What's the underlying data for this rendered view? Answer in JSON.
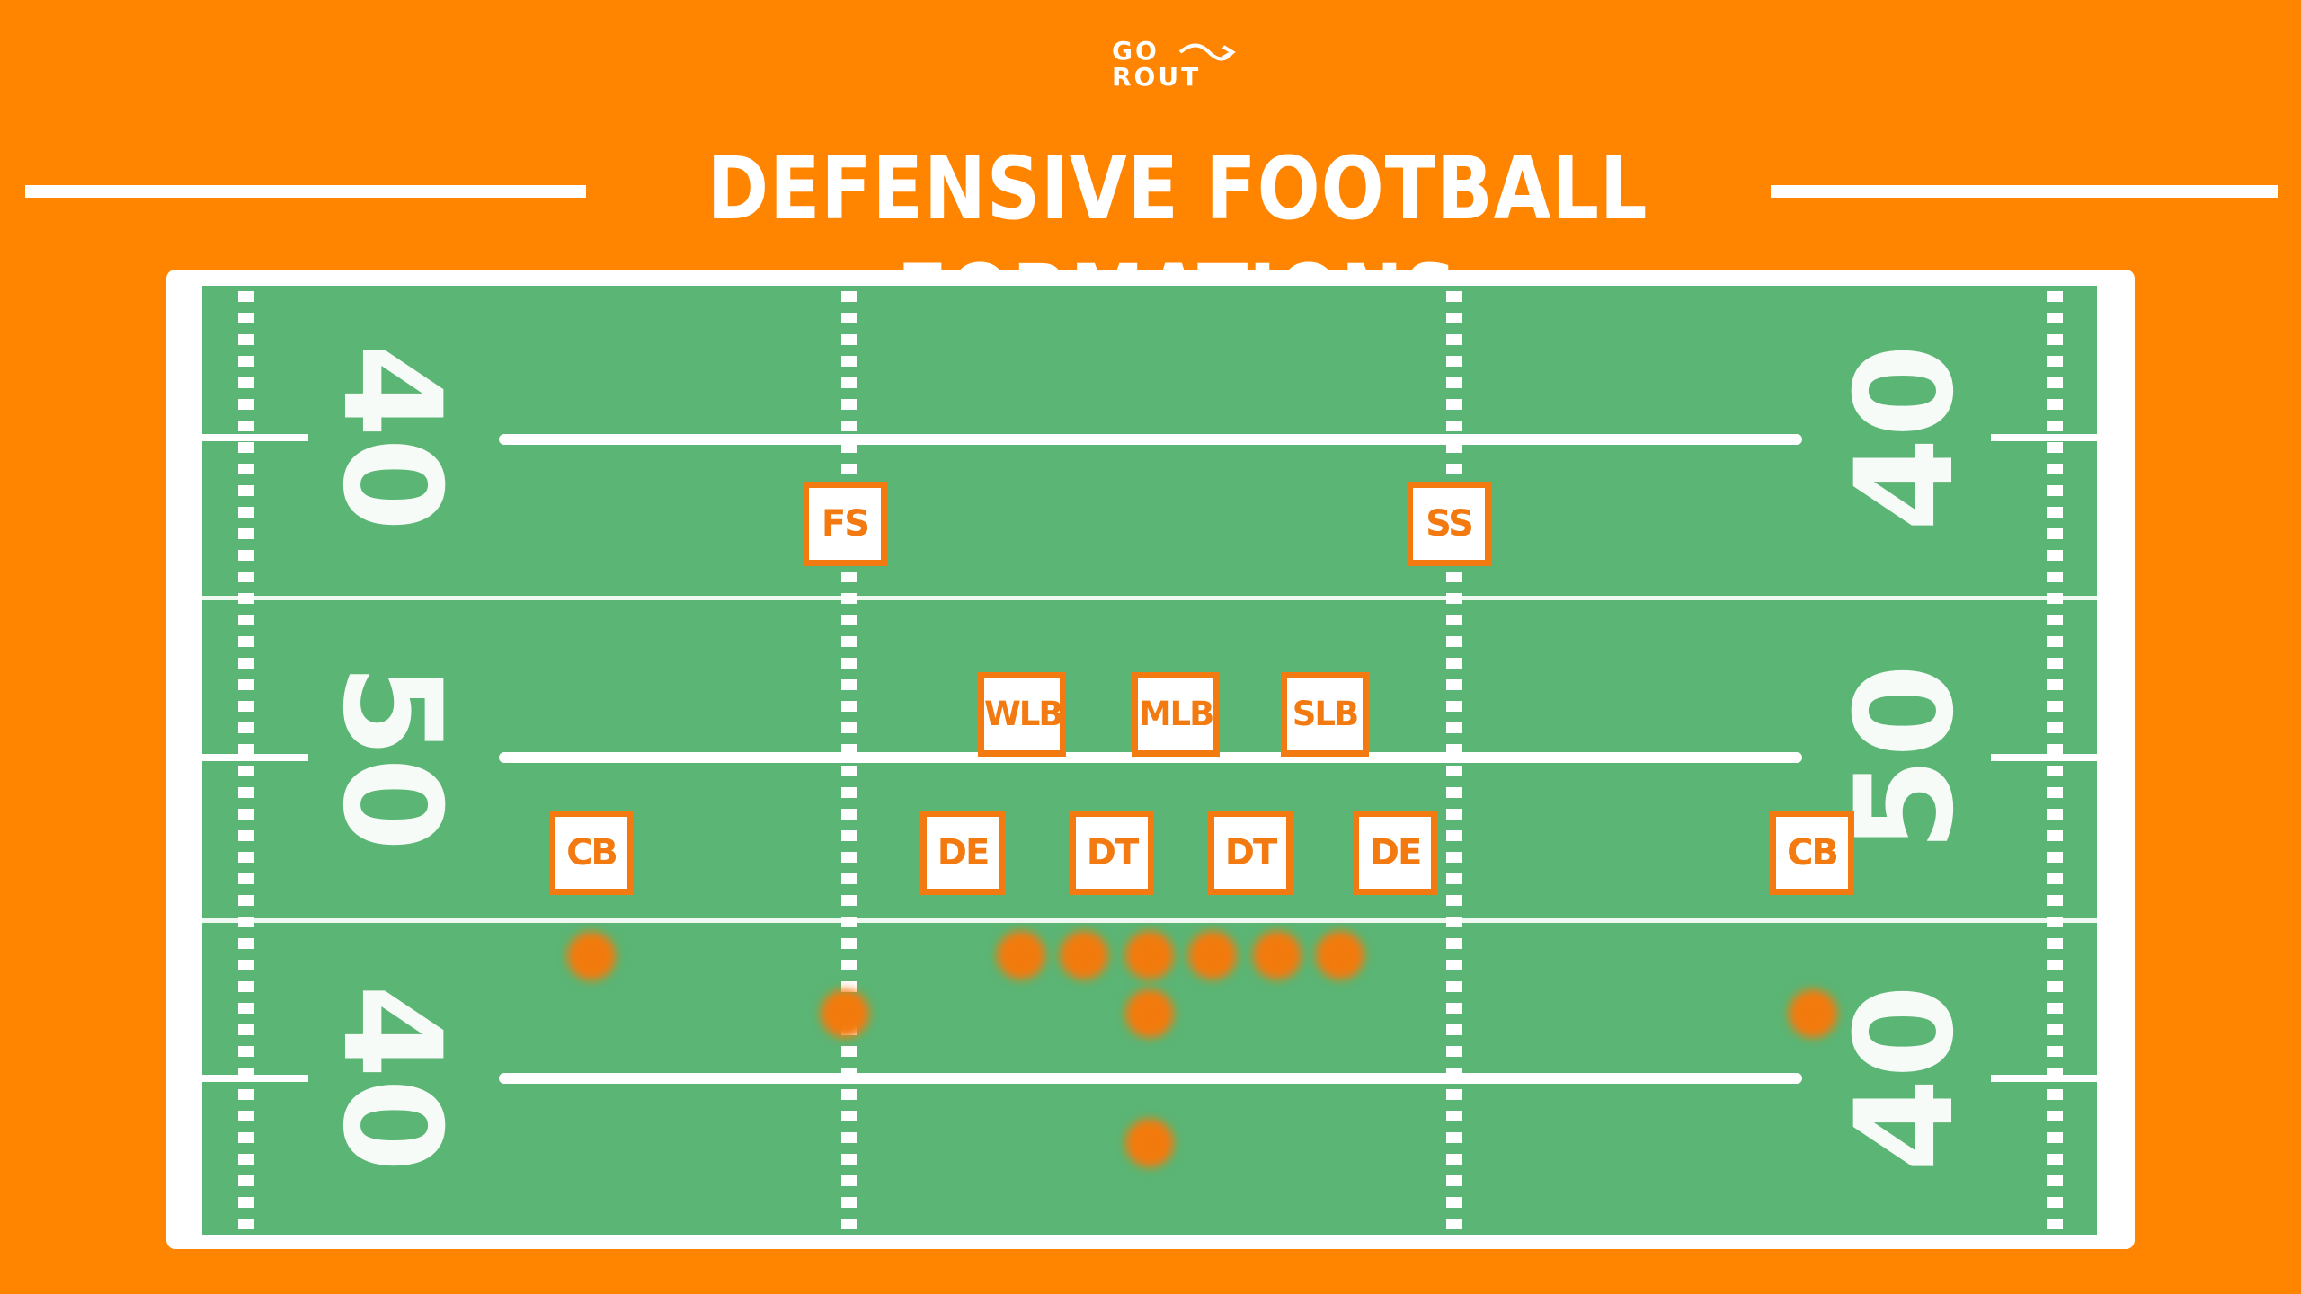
{
  "brand": {
    "line1": "GO",
    "line2": "ROUT"
  },
  "title": "DEFENSIVE FOOTBALL FORMATIONS",
  "colors": {
    "background": "#ff8400",
    "field": "#5bb574",
    "field_lines": "#ffffff",
    "player_dot": "#f27a10",
    "label_border": "#f27a10"
  },
  "field": {
    "yard_numbers_left": [
      "40",
      "50",
      "40"
    ],
    "yard_numbers_right": [
      "40",
      "50",
      "40"
    ]
  },
  "positions": [
    {
      "id": "fs",
      "label": "FS"
    },
    {
      "id": "ss",
      "label": "SS"
    },
    {
      "id": "wlb",
      "label": "WLB"
    },
    {
      "id": "mlb",
      "label": "MLB"
    },
    {
      "id": "slb",
      "label": "SLB"
    },
    {
      "id": "cb-left",
      "label": "CB"
    },
    {
      "id": "de-left",
      "label": "DE"
    },
    {
      "id": "dt-left",
      "label": "DT"
    },
    {
      "id": "dt-right",
      "label": "DT"
    },
    {
      "id": "de-right",
      "label": "DE"
    },
    {
      "id": "cb-right",
      "label": "CB"
    }
  ]
}
